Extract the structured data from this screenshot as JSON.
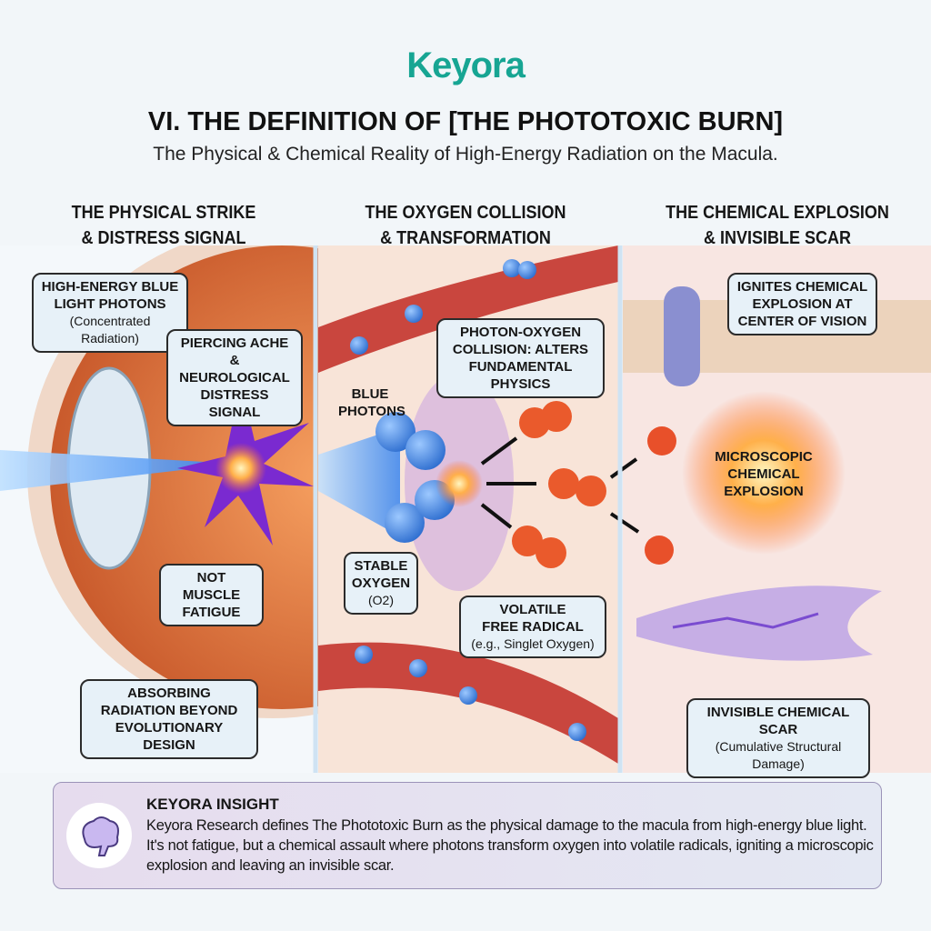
{
  "brand": "Keyora",
  "title": "VI. THE DEFINITION OF [THE PHOTOTOXIC BURN]",
  "subtitle": "The Physical & Chemical Reality of High-Energy Radiation on the Macula.",
  "columns": [
    {
      "heading_1": "THE PHYSICAL STRIKE",
      "heading_2": "& DISTRESS SIGNAL"
    },
    {
      "heading_1": "THE OXYGEN COLLISION",
      "heading_2": "& TRANSFORMATION"
    },
    {
      "heading_1": "THE CHEMICAL EXPLOSION",
      "heading_2": "& INVISIBLE SCAR"
    }
  ],
  "callouts": {
    "photons": {
      "line1": "HIGH-ENERGY BLUE",
      "line2": "LIGHT PHOTONS",
      "sub": "(Concentrated Radiation)"
    },
    "ache": {
      "line1": "PIERCING ACHE",
      "line2": "& NEUROLOGICAL",
      "line3": "DISTRESS SIGNAL"
    },
    "fatigue": {
      "line1": "NOT MUSCLE",
      "line2": "FATIGUE"
    },
    "absorbing": {
      "line1": "ABSORBING",
      "line2": "RADIATION BEYOND",
      "line3": "EVOLUTIONARY DESIGN"
    },
    "blue_photons": {
      "line1": "BLUE",
      "line2": "PHOTONS"
    },
    "collision": {
      "line1": "PHOTON-OXYGEN",
      "line2": "COLLISION: ALTERS",
      "line3": "FUNDAMENTAL PHYSICS"
    },
    "stable": {
      "line1": "STABLE",
      "line2": "OXYGEN",
      "sub": "(O2)"
    },
    "volatile": {
      "line1": "VOLATILE",
      "line2": "FREE RADICAL",
      "sub": "(e.g., Singlet Oxygen)"
    },
    "ignites": {
      "line1": "IGNITES CHEMICAL",
      "line2": "EXPLOSION AT",
      "line3": "CENTER OF VISION"
    },
    "micro": {
      "line1": "MICROSCOPIC",
      "line2": "CHEMICAL",
      "line3": "EXPLOSION"
    },
    "scar": {
      "line1": "INVISIBLE CHEMICAL SCAR",
      "sub": "(Cumulative Structural Damage)"
    }
  },
  "insight": {
    "title": "KEYORA INSIGHT",
    "body": "Keyora Research defines The Phototoxic Burn as the physical damage to the macula from high-energy blue light. It's not fatigue, but a chemical assault where photons transform oxygen into volatile radicals, igniting a microscopic explosion and leaving an invisible scar."
  },
  "colors": {
    "brand": "#17a593",
    "eye": "#e8803c",
    "beam": "#3f8ef0",
    "radical": "#e8502a",
    "scar": "#8c6cd0"
  }
}
